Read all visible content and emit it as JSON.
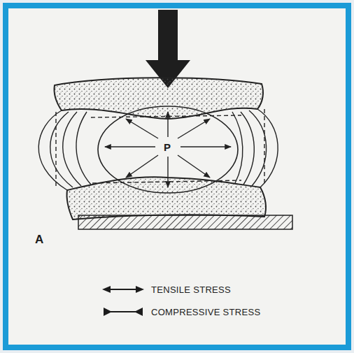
{
  "diagram": {
    "labels": [
      "P",
      "A"
    ],
    "legend": [
      {
        "text": "TENSILE STRESS"
      },
      {
        "text": "COMPRESSIVE STRESS"
      }
    ]
  }
}
